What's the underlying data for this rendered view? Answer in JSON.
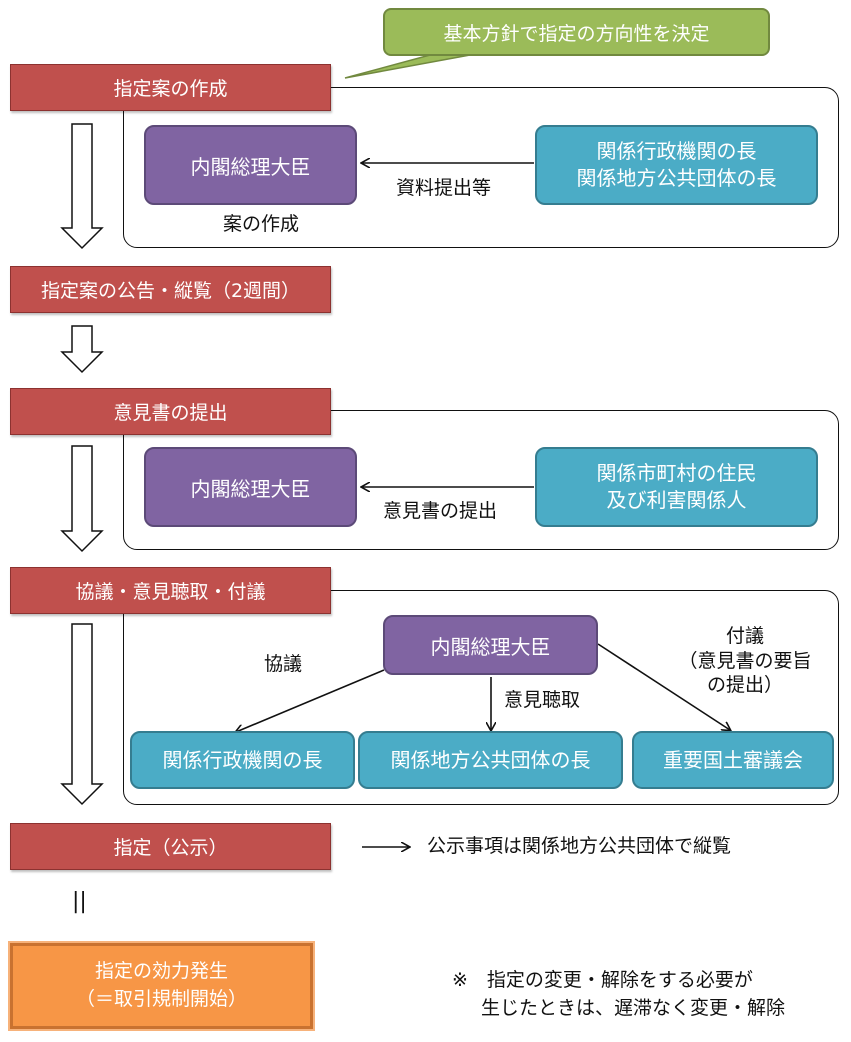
{
  "callout": "基本方針で指定の方向性を決定",
  "step1": {
    "title": "指定案の作成",
    "actor": "内閣総理大臣",
    "source_line1": "関係行政機関の長",
    "source_line2": "関係地方公共団体の長",
    "arrow_label": "資料提出等",
    "caption": "案の作成"
  },
  "step2": {
    "title": "指定案の公告・縦覧（2週間）"
  },
  "step3": {
    "title": "意見書の提出",
    "actor": "内閣総理大臣",
    "source_line1": "関係市町村の住民",
    "source_line2": "及び利害関係人",
    "arrow_label": "意見書の提出"
  },
  "step4": {
    "title": "協議・意見聴取・付議",
    "actor": "内閣総理大臣",
    "left_label": "協議",
    "mid_label": "意見聴取",
    "right_label_line1": "付議",
    "right_label_line2": "（意見書の要旨",
    "right_label_line3": "の提出）",
    "target_left": "関係行政機関の長",
    "target_mid": "関係地方公共団体の長",
    "target_right": "重要国土審議会"
  },
  "step5": {
    "title": "指定（公示）",
    "note": "公示事項は関係地方公共団体で縦覧"
  },
  "equals": "||",
  "final": {
    "line1": "指定の効力発生",
    "line2": "（＝取引規制開始）"
  },
  "footnote": {
    "line1": "※　指定の変更・解除をする必要が",
    "line2": "生じたときは、遅滞なく変更・解除"
  }
}
